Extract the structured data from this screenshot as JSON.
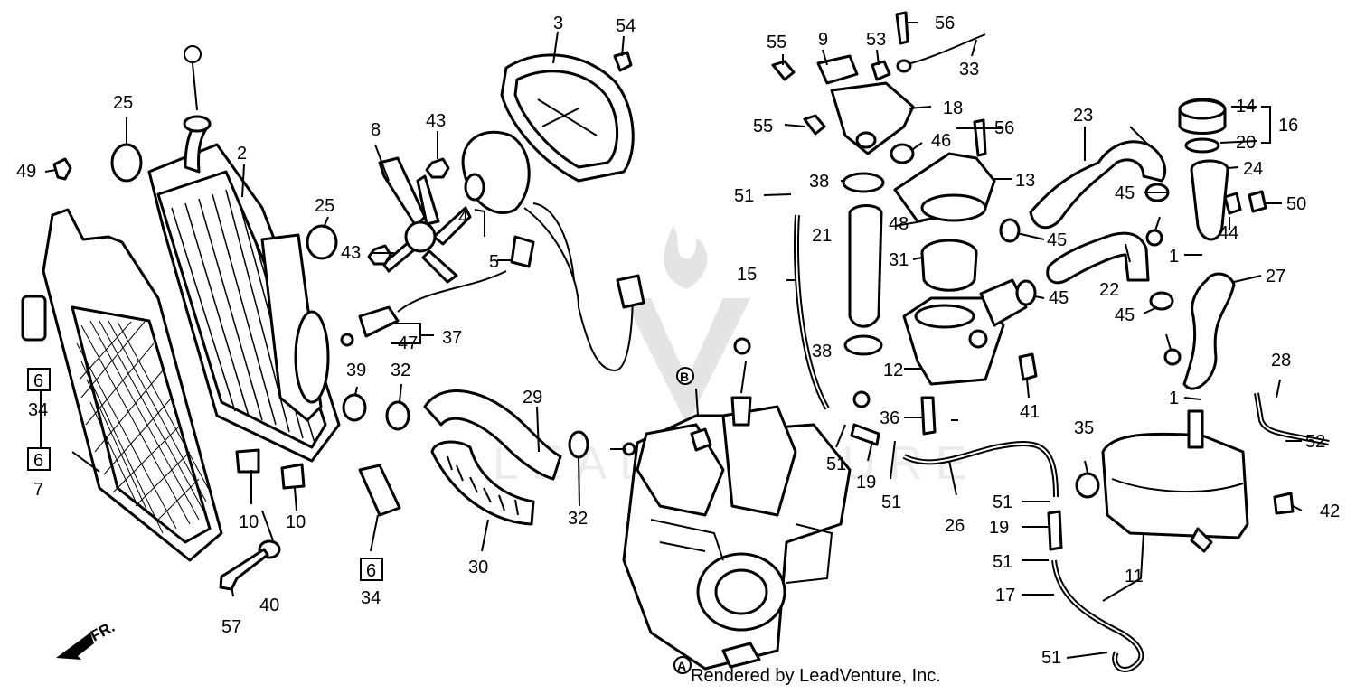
{
  "credit": "Rendered by LeadVenture, Inc.",
  "watermark": "LEADVENTURE",
  "direction_label": "FR.",
  "ref_letters": {
    "a": "A",
    "b": "B"
  },
  "callouts": {
    "c2": "2",
    "c3": "3",
    "c4": "4",
    "c5": "5",
    "c7": "7",
    "c8": "8",
    "c9": "9",
    "c10a": "10",
    "c10b": "10",
    "c11": "11",
    "c12": "12",
    "c13": "13",
    "c14": "14",
    "c15": "15",
    "c16": "16",
    "c17": "17",
    "c18": "18",
    "c19a": "19",
    "c19b": "19",
    "c20": "20",
    "c21": "21",
    "c22": "22",
    "c23": "23",
    "c24": "24",
    "c25a": "25",
    "c25b": "25",
    "c26": "26",
    "c27": "27",
    "c28": "28",
    "c29": "29",
    "c30": "30",
    "c31": "31",
    "c32a": "32",
    "c32b": "32",
    "c33": "33",
    "c34a": "34",
    "c34b": "34",
    "c35": "35",
    "c36": "36",
    "c37": "37",
    "c38a": "38",
    "c38b": "38",
    "c39": "39",
    "c40": "40",
    "c41": "41",
    "c42": "42",
    "c43a": "43",
    "c43b": "43",
    "c44": "44",
    "c45a": "45",
    "c45b": "45",
    "c45c": "45",
    "c45d": "45",
    "c46": "46",
    "c47": "47",
    "c48": "48",
    "c49": "49",
    "c50": "50",
    "c51a": "51",
    "c51b": "51",
    "c51c": "51",
    "c51d": "51",
    "c51e": "51",
    "c51f": "51",
    "c52": "52",
    "c53": "53",
    "c54": "54",
    "c55a": "55",
    "c55b": "55",
    "c56a": "56",
    "c56b": "56",
    "c57": "57",
    "c1a": "1",
    "c1b": "1",
    "box6a": "6",
    "box6b": "6",
    "box6c": "6"
  }
}
